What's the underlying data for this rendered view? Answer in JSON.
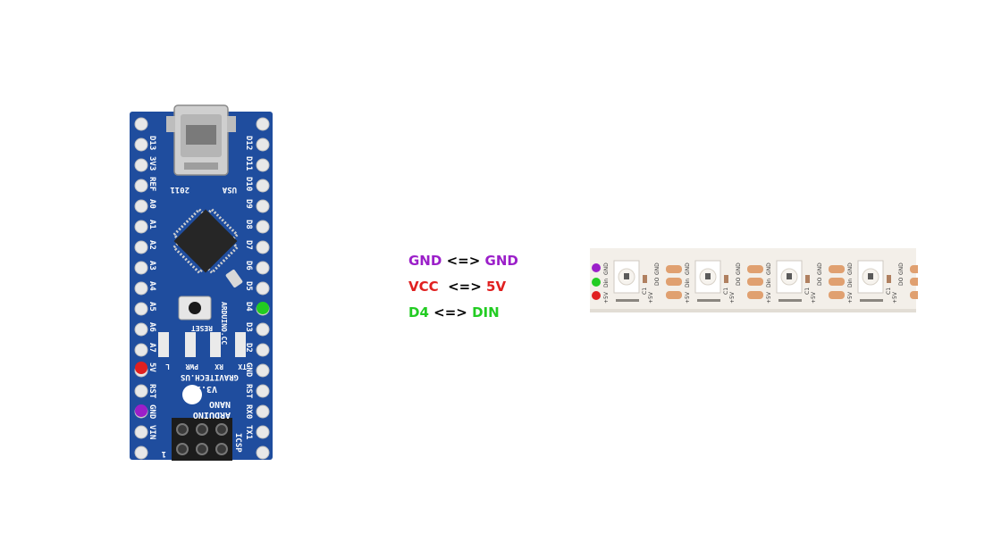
{
  "connections": [
    {
      "left": "GND",
      "arrow": "<=>",
      "right": "GND",
      "color": "#9b1fc9"
    },
    {
      "left": "VCC",
      "arrow": "<=>",
      "right": "5V",
      "color": "#e02020"
    },
    {
      "left": "D4",
      "arrow": "<=>",
      "right": "DIN",
      "color": "#22cc22"
    }
  ],
  "colors": {
    "board": "#1f4d9e",
    "board_dark": "#163a7a",
    "pad": "#e8e8e8",
    "gnd_marker": "#9b1fc9",
    "vcc_marker": "#e02020",
    "din_marker": "#22cc22",
    "strip": "#f3efe9",
    "strip_copper": "#e0a070"
  },
  "board": {
    "left_pins": [
      "D13",
      "3V3",
      "REF",
      "A0",
      "A1",
      "A2",
      "A3",
      "A4",
      "A5",
      "A6",
      "A7",
      "5V",
      "RST",
      "GND",
      "VIN"
    ],
    "right_pins": [
      "D12",
      "D11",
      "D10",
      "D9",
      "D8",
      "D7",
      "D6",
      "D5",
      "D4",
      "D3",
      "D2",
      "GND",
      "RST",
      "RX0",
      "TX1"
    ],
    "usa": "USA",
    "year": "2011",
    "reset": "RESET",
    "site": "ARDUINO.CC",
    "pwr": "PWR",
    "rx": "RX",
    "tx": "TX",
    "l": "L",
    "maker": "GRAVITECH.US",
    "version": "V3.1",
    "name1": "NANO",
    "name2": "ARDUINO",
    "icsp": "ICSP",
    "logo": "G",
    "pin1": "1"
  },
  "strip": {
    "pad_labels": [
      "GND",
      "Din",
      "+5V"
    ],
    "out_labels": [
      "GND",
      "DO",
      "+5V"
    ],
    "cap_label": "C1",
    "led_count": 4
  }
}
